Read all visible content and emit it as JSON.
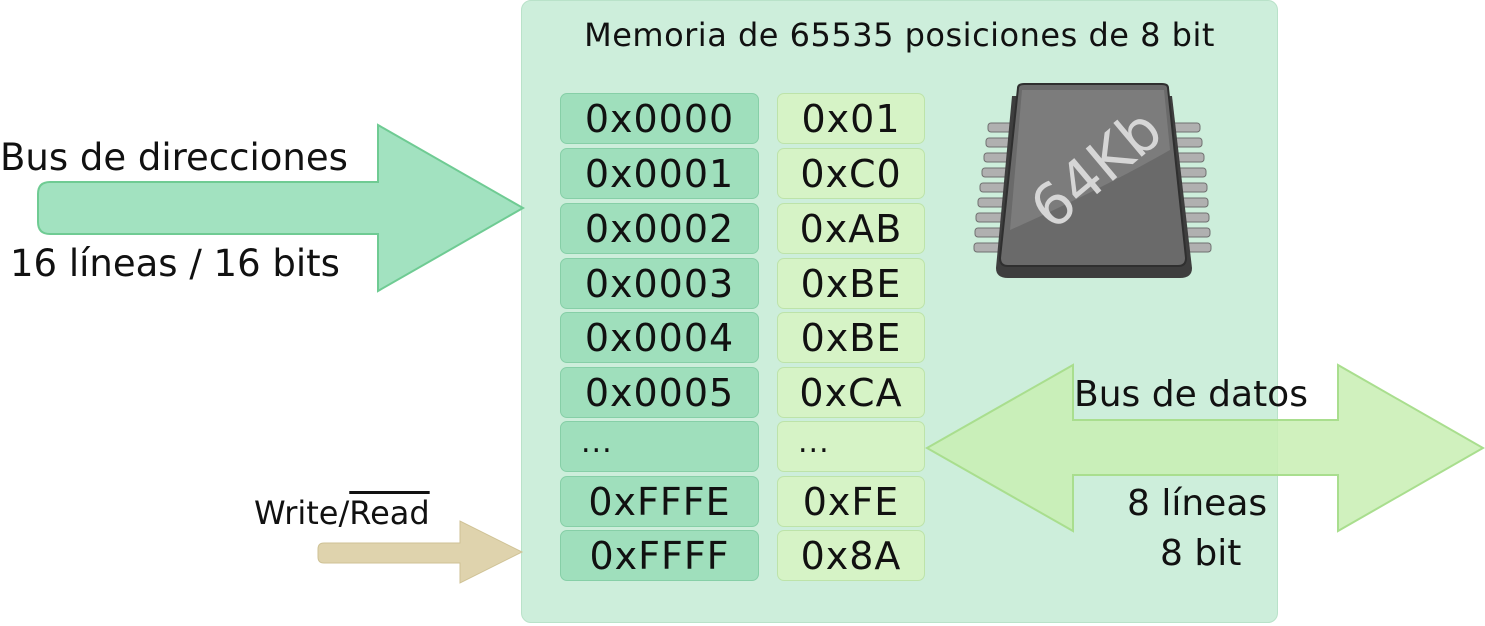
{
  "memory": {
    "title": "Memoria de 65535 posiciones de 8 bit",
    "addresses": [
      "0x0000",
      "0x0001",
      "0x0002",
      "0x0003",
      "0x0004",
      "0x0005",
      "...",
      "0xFFFE",
      "0xFFFF"
    ],
    "values": [
      "0x01",
      "0xC0",
      "0xAB",
      "0xBE",
      "0xBE",
      "0xCA",
      "...",
      "0xFE",
      "0x8A"
    ]
  },
  "chip": {
    "label": "64Kb"
  },
  "address_bus": {
    "title": "Bus de direcciones",
    "subtitle": "16 líneas / 16 bits"
  },
  "data_bus": {
    "title": "Bus de datos",
    "line1": "8 líneas",
    "line2": "8 bit"
  },
  "control": {
    "write": "Write/",
    "read": "Read"
  },
  "colors": {
    "panel": "#cdeedb",
    "address_arrow": "#a2e2c0",
    "data_arrow": "#c8efb3",
    "control_arrow": "#dfd3ad"
  }
}
